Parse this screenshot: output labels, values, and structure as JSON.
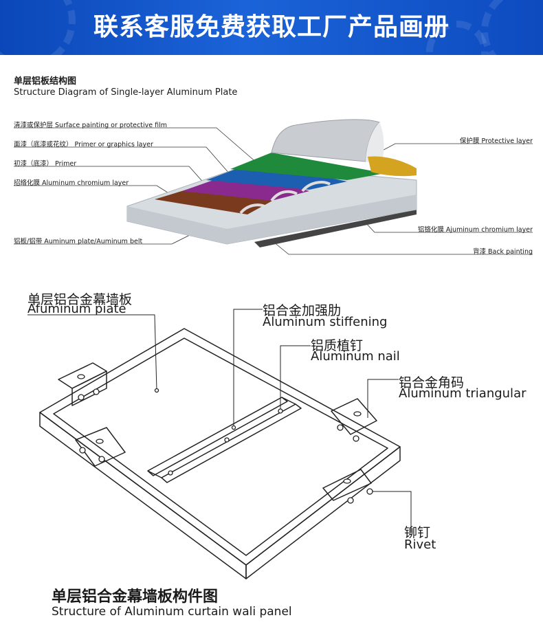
{
  "banner": {
    "title": "联系客服免费获取工厂产品画册"
  },
  "section1": {
    "title": "单层铝板结构图",
    "subtitle": "Structure Diagram of Single-layer Aluminum Plate",
    "labels": [
      "清漆或保护层 Surface painting or protective film",
      "面漆（底漆或花纹） Primer or graphics layer",
      "初漆（底漆） Primer",
      "招络化膜 Aluminum chromium layer",
      "铝板/铝带  Auminum plate/Auminum belt",
      "保护膜 Protective layer",
      "铝铬化膜 Ajuminum chromium layer",
      "背漆 Back painting"
    ],
    "colors": {
      "film": "#c9ccd0",
      "green": "#1f8a3b",
      "blue": "#1c5fb0",
      "purple": "#8a2a8e",
      "brown": "#7a3a1e",
      "plate": "#d8dde2",
      "gold": "#d4a320",
      "dark": "#4a4a4a"
    }
  },
  "section2": {
    "labels": [
      {
        "cn": "单层铝合金幕墙板",
        "en": "Afuminum piate"
      },
      {
        "cn": "铝合金加强肋",
        "en": "Aluminum stiffening"
      },
      {
        "cn": "铝质植钉",
        "en": "Aluminum nail"
      },
      {
        "cn": "铝合金角码",
        "en": "Aluminum triangular"
      },
      {
        "cn": "铆钉",
        "en": "Rivet"
      }
    ],
    "caption_cn": "单层铝合金幕墙板构件图",
    "caption_en": "Structure of Aluminum curtain wali panel"
  }
}
